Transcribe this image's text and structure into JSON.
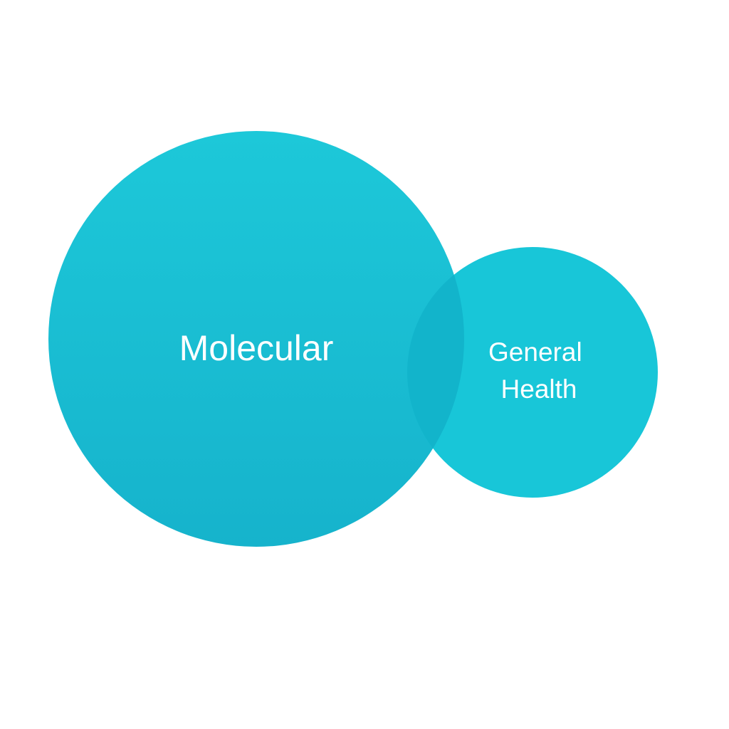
{
  "diagram": {
    "type": "venn",
    "circles": [
      {
        "id": "molecular",
        "label_lines": [
          "Molecular"
        ],
        "color_top": "#1dc8d9",
        "color_bottom": "#16b3cc"
      },
      {
        "id": "general-health",
        "label_lines": [
          "General",
          "Health"
        ],
        "color": "#18c6d8"
      }
    ],
    "overlap_color": "#12b4cb",
    "label_color": "#ffffff",
    "background": "#ffffff"
  }
}
